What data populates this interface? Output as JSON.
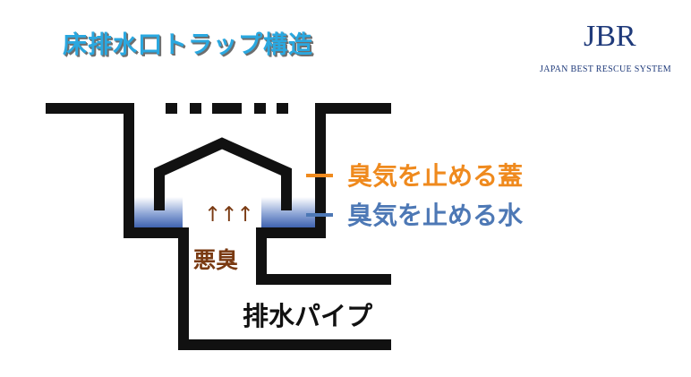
{
  "title": "床排水口トラップ構造",
  "logo": {
    "mark": "JBR",
    "subtitle": "JAPAN BEST RESCUE SYSTEM"
  },
  "labels": {
    "lid": "臭気を止める蓋",
    "water": "臭気を止める水",
    "odor": "悪臭",
    "pipe": "排水パイプ",
    "arrows": "↑↑↑"
  },
  "colors": {
    "title": "#2aa8e0",
    "lid": "#ef8a1e",
    "water_label": "#4d78b5",
    "water_fill": "#3f63b0",
    "odor": "#7a3a12",
    "structure": "#111111",
    "logo": "#1f3a7a"
  }
}
